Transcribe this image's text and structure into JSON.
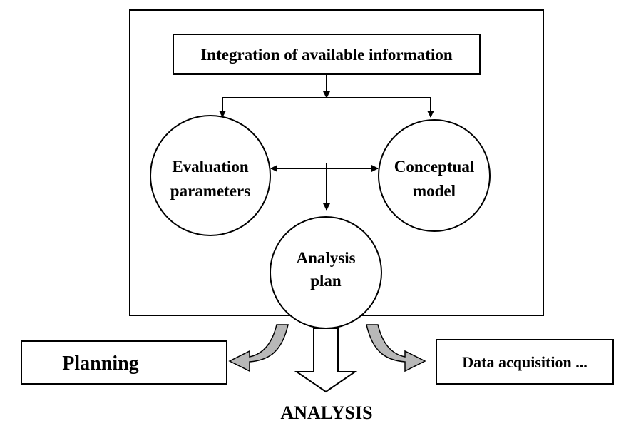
{
  "diagram": {
    "top_box_label": "Integration of available information",
    "evaluation_circle": {
      "line1": "Evaluation",
      "line2": "parameters"
    },
    "conceptual_circle": {
      "line1": "Conceptual",
      "line2": "model"
    },
    "analysis_circle": {
      "line1": "Analysis",
      "line2": "plan"
    },
    "planning_label": "Planning",
    "data_acquisition_label": "Data acquisition ...",
    "analysis_label": "ANALYSIS"
  },
  "colors": {
    "stroke": "#000000",
    "curved_arrow_fill": "#b8b8b8",
    "background": "#ffffff"
  }
}
